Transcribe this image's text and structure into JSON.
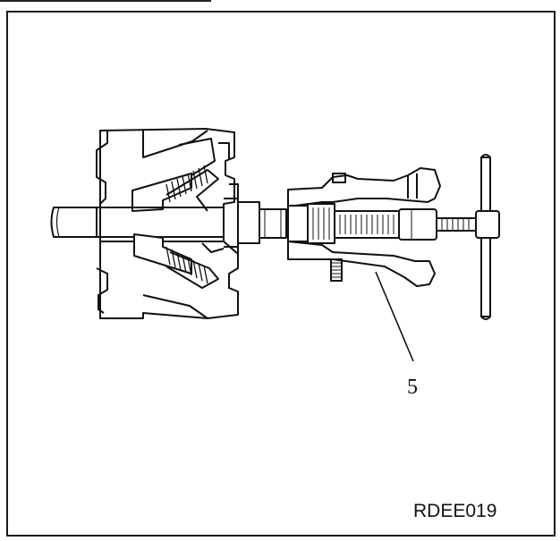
{
  "figure": {
    "callout_number": "5",
    "code": "RDEE019"
  },
  "colors": {
    "line": "#111111",
    "background": "#ffffff"
  },
  "icons": [
    "rotor-assembly-illustration",
    "bearing-puller-tool-illustration",
    "leader-line"
  ]
}
